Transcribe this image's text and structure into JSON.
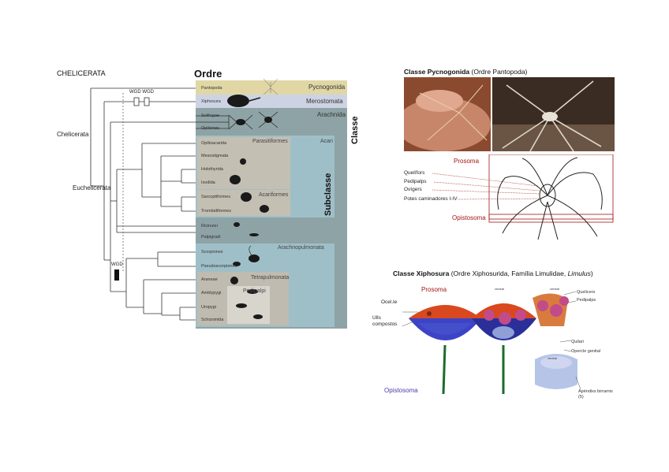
{
  "tree": {
    "title": "CHELICERATA",
    "ordre_header": "Ordre",
    "classe_header": "Classe",
    "subclasse_header": "Subclasse",
    "clade_chelicerata": "Chelicerata",
    "clade_euchelicerata": "Euchelicerata",
    "wgd_label": "WGD WGD",
    "wgd_label_2": "WGD",
    "rows": [
      "Pantopoda",
      "Xiphosura",
      "Solifugae",
      "Opiliones",
      "Opilioacarida",
      "Mesostigmata",
      "Holothyrida",
      "Ixodida",
      "Sarcoptiformes",
      "Trombidiformes",
      "Ricinulei",
      "Palpigradi",
      "Scorpiones",
      "Pseudoscorpiones",
      "Araneae",
      "Amblypygi",
      "Uropygi",
      "Schizomida"
    ],
    "classes": [
      "Pycnogonida",
      "Merostomata",
      "Arachnida"
    ],
    "groups": [
      "Acari",
      "Parasitiformes",
      "Acariformes",
      "Arachnopulmonata",
      "Tetrapulmonata",
      "Pedipalpi"
    ],
    "colors": {
      "pycno": "#e0d7a5",
      "mero": "#cdd3e3",
      "arach": "#8ea3a5",
      "acari": "#9fbfc8",
      "parasit": "#c4bfb3",
      "tetra": "#c0bbb0",
      "dark": "#1a1a1a"
    }
  },
  "pycno_panel": {
    "title_bold": "Classe Pycnogonida",
    "title_rest": " (Ordre Pantopoda)",
    "prosoma": "Prosoma",
    "opistosoma": "Opistosoma",
    "labels": [
      "Quelífors",
      "Pedipalps",
      "Ovígers",
      "Potes caminadores I-IV"
    ]
  },
  "xipho_panel": {
    "title_bold": "Classe Xiphosura",
    "title_rest": " (Ordre Xiphosurida, Família Limulidae, ",
    "title_italic": "Limulus",
    "title_end": ")",
    "prosoma": "Prosoma",
    "opistosoma": "Opistosoma",
    "ocel": "Ocel.le",
    "ulls": "Ulls compostos",
    "ventral1": "ventral",
    "ventral2": "ventral",
    "ventral3": "ventral",
    "quelicers": "Quelicers",
    "pedipalps": "Pedipalps",
    "quilari": "Quilari",
    "opercle": "Opercle genital",
    "apendix": "Apèndixs birramis (5)"
  }
}
